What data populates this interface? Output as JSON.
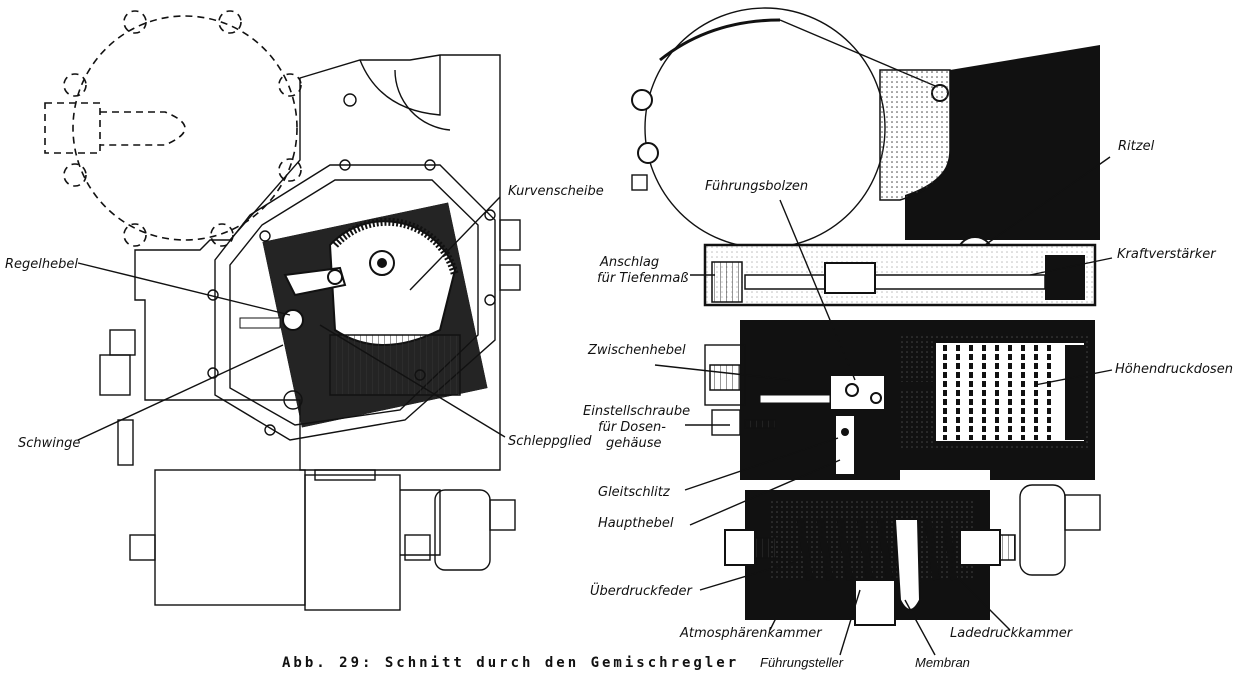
{
  "caption": "Abb. 29: Schnitt durch den Gemischregler",
  "labels": {
    "kurvenscheibe": "Kurvenscheibe",
    "regelhebel": "Regelhebel",
    "schwinge": "Schwinge",
    "schleppglied": "Schleppglied",
    "fuehrungsbolzen": "Führungsbolzen",
    "ritzel": "Ritzel",
    "anschlag_1": "Anschlag",
    "anschlag_2": "für Tiefenmaß",
    "kraftverstaerker": "Kraftverstärker",
    "zwischenhebel": "Zwischenhebel",
    "hoehendruckdosen": "Höhendruckdosen",
    "einstell_1": "Einstellschraube",
    "einstell_2": "für Dosen-",
    "einstell_3": "gehäuse",
    "gleitschlitz": "Gleitschlitz",
    "haupthebel": "Haupthebel",
    "ueberdruckfeder": "Überdruckfeder",
    "atmosphaerenkammer": "Atmosphärenkammer",
    "ladedruckkammer": "Ladedruckkammer",
    "fuehrungsteller": "Führungsteller",
    "membran": "Membran"
  }
}
